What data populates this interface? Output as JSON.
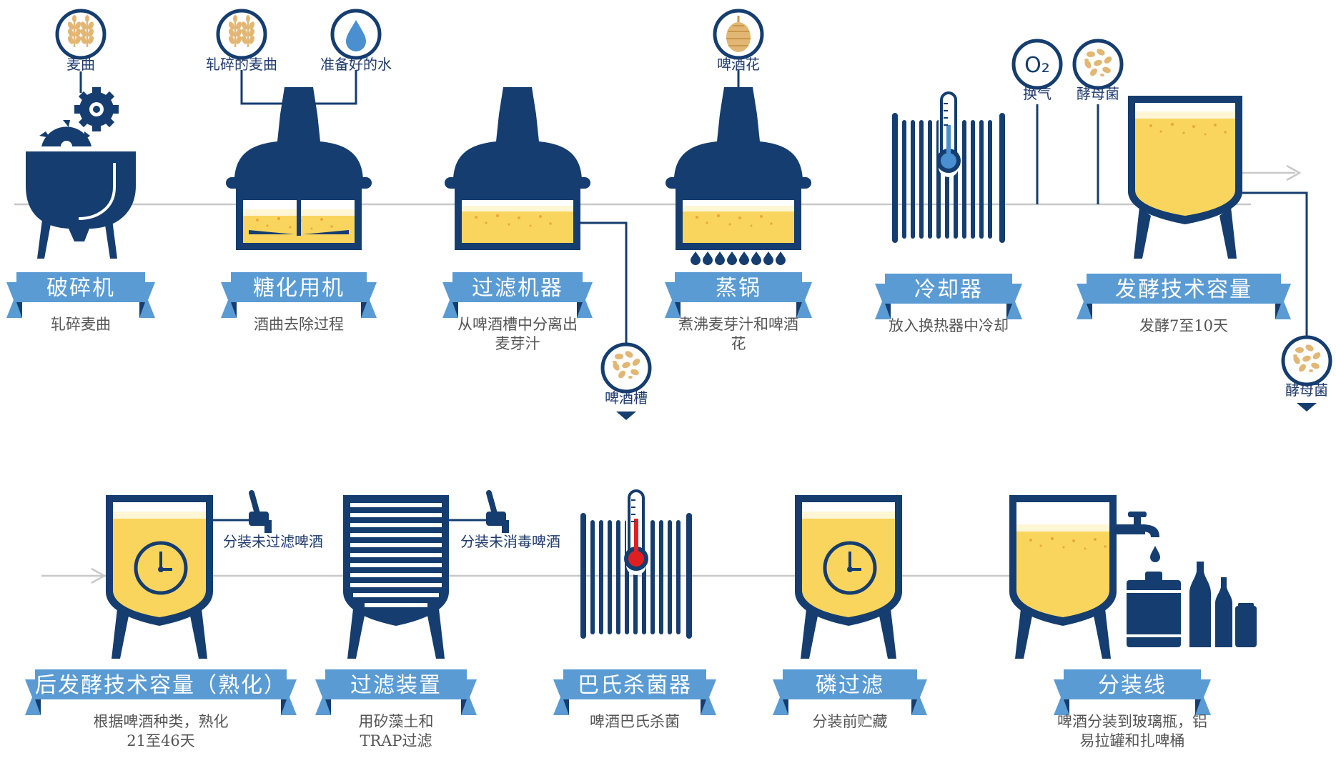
{
  "colors": {
    "navy": "#153d6f",
    "ribbon": "#5a9bd4",
    "ribbon_dark": "#2f6aa8",
    "beer": "#f9d55e",
    "foam": "#fff6d6",
    "line": "#c8c8c8",
    "grain": "#e2b774",
    "red": "#e02020",
    "water": "#4a8fd0"
  },
  "steps": [
    {
      "title": "破碎机",
      "desc": [
        "轧碎麦曲"
      ]
    },
    {
      "title": "糖化用机",
      "desc": [
        "酒曲去除过程"
      ]
    },
    {
      "title": "过滤机器",
      "desc": [
        "从啤酒槽中分离出",
        "麦芽汁"
      ]
    },
    {
      "title": "蒸锅",
      "desc": [
        "煮沸麦芽汁和啤酒",
        "花"
      ]
    },
    {
      "title": "冷却器",
      "desc": [
        "放入换热器中冷却"
      ]
    },
    {
      "title": "发酵技术容量",
      "desc": [
        "发酵7至10天"
      ]
    },
    {
      "title": "后发酵技术容量（熟化）",
      "desc": [
        "根据啤酒种类，熟化",
        "21至46天"
      ]
    },
    {
      "title": "过滤装置",
      "desc": [
        "用矽藻土和",
        "TRAP过滤"
      ]
    },
    {
      "title": "巴氏杀菌器",
      "desc": [
        "啤酒巴氏杀菌"
      ]
    },
    {
      "title": "磷过滤",
      "desc": [
        "分装前贮藏"
      ]
    },
    {
      "title": "分装线",
      "desc": [
        "啤酒分装到玻璃瓶，铝",
        "易拉罐和扎啤桶"
      ]
    }
  ],
  "inputs": {
    "malt": "麦曲",
    "crushed_malt": "轧碎的麦曲",
    "water": "准备好的水",
    "hops": "啤酒花",
    "oxygen": "换气",
    "oxygen_symbol": "O₂",
    "yeast": "酵母菌",
    "spent_grain": "啤酒槽",
    "yeast_out": "酵母菌"
  },
  "outputs": {
    "unfiltered": "分装未过滤啤酒",
    "unpasteurized": "分装未消毒啤酒"
  }
}
